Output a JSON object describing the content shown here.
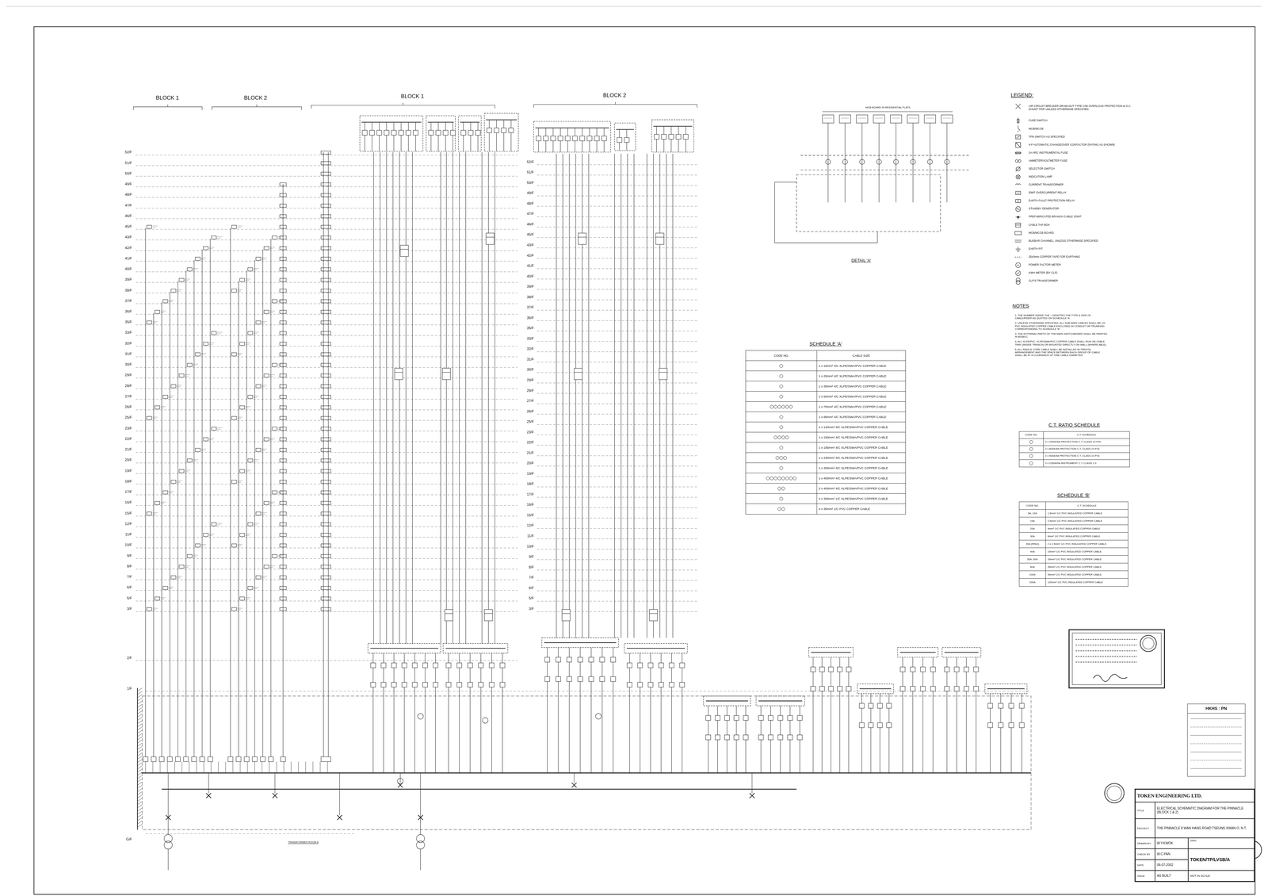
{
  "diagram": {
    "nodes": [
      {
        "text": [
          "SCHEDULE 'A'",
          "CODE NO.",
          "CABLE SIZE",
          "1 x 16mm² 4/C XLPE/SWA/PVC COPPER CABLE",
          "1 x 25mm² 4/C XLPE/SWA/PVC COPPER CABLE",
          "1 x 35mm² 4/C XLPE/SWA/PVC COPPER CABLE",
          "1 x 50mm² 4/C XLPE/SWA/PVC COPPER CABLE",
          "1 x 70mm² 4/C XLPE/SWA/PVC COPPER CABLE",
          "1 x 95mm² 4/C XLPE/SWA/PVC COPPER CABLE",
          "1 x 120mm² 4/C XLPE/SWA/PVC COPPER CABLE",
          "1 x 150mm² 4/C XLPE/SWA/PVC COPPER CABLE",
          "1 x 185mm² 4/C XLPE/SWA/PVC COPPER CABLE",
          "1 x 240mm² 4/C XLPE/SWA/PVC COPPER CABLE",
          "1 x 300mm² 4/C XLPE/SWA/PVC COPPER CABLE",
          "1 x 400mm² 4/C XLPE/SWA/PVC COPPER CABLE",
          "2 x 400mm² 4/C XLPE/SWA/PVC COPPER CABLE",
          "4 x 300mm² 1/C XLPE/SWA/PVC COPPER CABLE",
          "4 x 35mm² 1/C PVC COPPER CABLE"
        ]
      },
      {
        "text": [
          "C.T. RATIO SCHEDULE",
          "CODE NO.",
          "C.T. SCHEDULE",
          "3 x 2250A/5A PROTECTION C.T. CLASS 10 P20",
          "3 x 800A/5A PROTECTION C.T. CLASS 10 P15",
          "3 x 500A/5A PROTECTION C.T. CLASS 10 P15",
          "3 x 2250A/5A INSTRUMENT C.T. CLASS 1.0"
        ]
      },
      {
        "text": [
          "SCHEDULE 'B'",
          "CODE NO.",
          "C.T. SCHEDULE",
          "5A, 10A",
          "1.5mm² 1/C PVC INSULATED COPPER CABLE",
          "15A",
          "2.5mm² 1/C PVC INSULATED COPPER CABLE",
          "20A",
          "4mm² 1/C PVC INSULATED COPPER CABLE",
          "30A",
          "6mm² 1/C PVC INSULATED COPPER CABLE",
          "30A (RING)",
          "2 x 2.5mm² 1/C PVC INSULATED COPPER CABLE",
          "40A",
          "10mm² 1/C PVC INSULATED COPPER CABLE",
          "50A, 60A",
          "16mm² 1/C PVC INSULATED COPPER CABLE",
          "80A",
          "35mm² 1/C PVC INSULATED COPPER CABLE",
          "100A",
          "50mm² 1/C PVC INSULATED COPPER CABLE",
          "200A",
          "120mm² 1/C PVC INSULATED COPPER CABLE"
        ]
      },
      {
        "text": [
          "TOKEN ENGINEERING LTD.",
          "TITLE",
          "ELECTRICAL SCHEMATIC DIAGRAM FOR THE PINNACLE (BLOCK 1 & 2)",
          "PROJECT",
          "THE PINNACLE 8 WAN HANG ROAD TSEUNG KWAN O, N.T.",
          "DRAWN BY",
          "W.Y.KWOK",
          "CHECK BY",
          "W.C.PAN",
          "DATE",
          "06-07-2002",
          "ISSUE",
          "AS BUILT",
          "DWG",
          "TOKEN/TP/LVSB/A",
          "NOT IN SCALE"
        ]
      },
      {
        "text": [
          "HKHS : PN"
        ]
      }
    ],
    "labels": [
      "BLOCK 1",
      "BLOCK 2",
      "BLOCK 1",
      "BLOCK 2",
      "52/F",
      "51/F",
      "50/F",
      "49/F",
      "48/F",
      "47/F",
      "46/F",
      "45/F",
      "43/F",
      "42/F",
      "41/F",
      "40/F",
      "39/F",
      "38/F",
      "37/F",
      "36/F",
      "35/F",
      "33/F",
      "32/F",
      "31/F",
      "30/F",
      "29/F",
      "28/F",
      "27/F",
      "26/F",
      "25/F",
      "23/F",
      "22/F",
      "21/F",
      "20/F",
      "19/F",
      "18/F",
      "17/F",
      "16/F",
      "15/F",
      "12/F",
      "11/F",
      "10/F",
      "9/F",
      "8/F",
      "7/F",
      "6/F",
      "5/F",
      "3/F",
      "2/F",
      "1/F",
      "G/F",
      "52/F",
      "51/F",
      "50/F",
      "49/F",
      "48/F",
      "47/F",
      "46/F",
      "45/F",
      "43/F",
      "42/F",
      "41/F",
      "40/F",
      "39/F",
      "38/F",
      "37/F",
      "36/F",
      "35/F",
      "33/F",
      "32/F",
      "31/F",
      "30/F",
      "29/F",
      "28/F",
      "27/F",
      "26/F",
      "25/F",
      "23/F",
      "22/F",
      "21/F",
      "20/F",
      "19/F",
      "18/F",
      "17/F",
      "16/F",
      "15/F",
      "12/F",
      "11/F",
      "10/F",
      "9/F",
      "8/F",
      "7/F",
      "6/F",
      "5/F",
      "3/F",
      "DETAIL 'A'",
      "MCB BOARD IN RESIDENTIAL FLATS",
      "TRANSFORMER ROOM A",
      "LEGEND:",
      "NOTES",
      "1. THE NUMBER INSIDE THE ○ DENOTES THE TYPE & SIZE OF CABLE/RISER AS QUOTED ON SCHEDULE 'A'.",
      "2. UNLESS OTHERWISE SPECIFIED, ALL SUB-MAIN CABLES SHALL BE 1/C PVC INSULATED COPPER CABLE ENCLOSED IN CONDUIT OR TRUNKING CORRESPONDING TO SCHEDULE 'B'.",
      "3. THE EXTERNAL PARTS OF THE MAIN SWITCHBOARD SHALL BE PAINTED IN BS381C.",
      "4. ALL XLPE/PVC, XLPE/SWA/PVC COPPER CABLE SHALL RUN ON CABLE TRAY (INSIDE TRENCH) OR MOUNTED DIRECTLY ON WALL (WHERE ABLE).",
      "5. ALL SINGLE CORE CABLE SHALL BE INSTALLED IN TREFOIL ARRANGEMENT AND THE SPACE BETWEEN EACH GROUP OF CABLE SHALL BE AT A CLEARANCE OF ONE CABLE DIAMETER."
    ],
    "legend": [
      {
        "text": "AIR CIRCUIT BREAKER DRAW-OUT TYPE C/W OVERLOAD PROTECTION & O.C. SHUNT TRIP UNLESS OTHERWISE SPECIFIED"
      },
      {
        "text": "FUSE SWITCH"
      },
      {
        "text": "MCB/MCCB"
      },
      {
        "text": "TPN SWITCH AS SPECIFIED"
      },
      {
        "text": "4-P AUTOMATIC CHANGEOVER CONTACTOR (RATING AS SHOWN)"
      },
      {
        "text": "2A HRC INSTRUMENTAL FUSE"
      },
      {
        "text": "AMMETER/VOLTMETER FUSE"
      },
      {
        "text": "SELECTOR SWITCH"
      },
      {
        "text": "INDICATION LAMP"
      },
      {
        "text": "CURRENT TRANSFORMER"
      },
      {
        "text": "IDMT OVERCURRENT RELAY"
      },
      {
        "text": "EARTH FAULT PROTECTION RELAY"
      },
      {
        "text": "STANDBY GENERATOR"
      },
      {
        "text": "PREFABRICATED BRANCH CABLE JOINT"
      },
      {
        "text": "CABLE TAP BOX"
      },
      {
        "text": "MCB/MCCB BOARD"
      },
      {
        "text": "BUSBAR CHANNEL, UNLESS OTHERWISE SPECIFIED"
      },
      {
        "text": "EARTH PIT"
      },
      {
        "text": "25x3mm COPPER TAPE FOR EARTHING"
      },
      {
        "text": "POWER FACTOR METER"
      },
      {
        "text": "KWH METER (BY CLP)"
      },
      {
        "text": "CLP'S TRANSFORMER"
      }
    ]
  }
}
